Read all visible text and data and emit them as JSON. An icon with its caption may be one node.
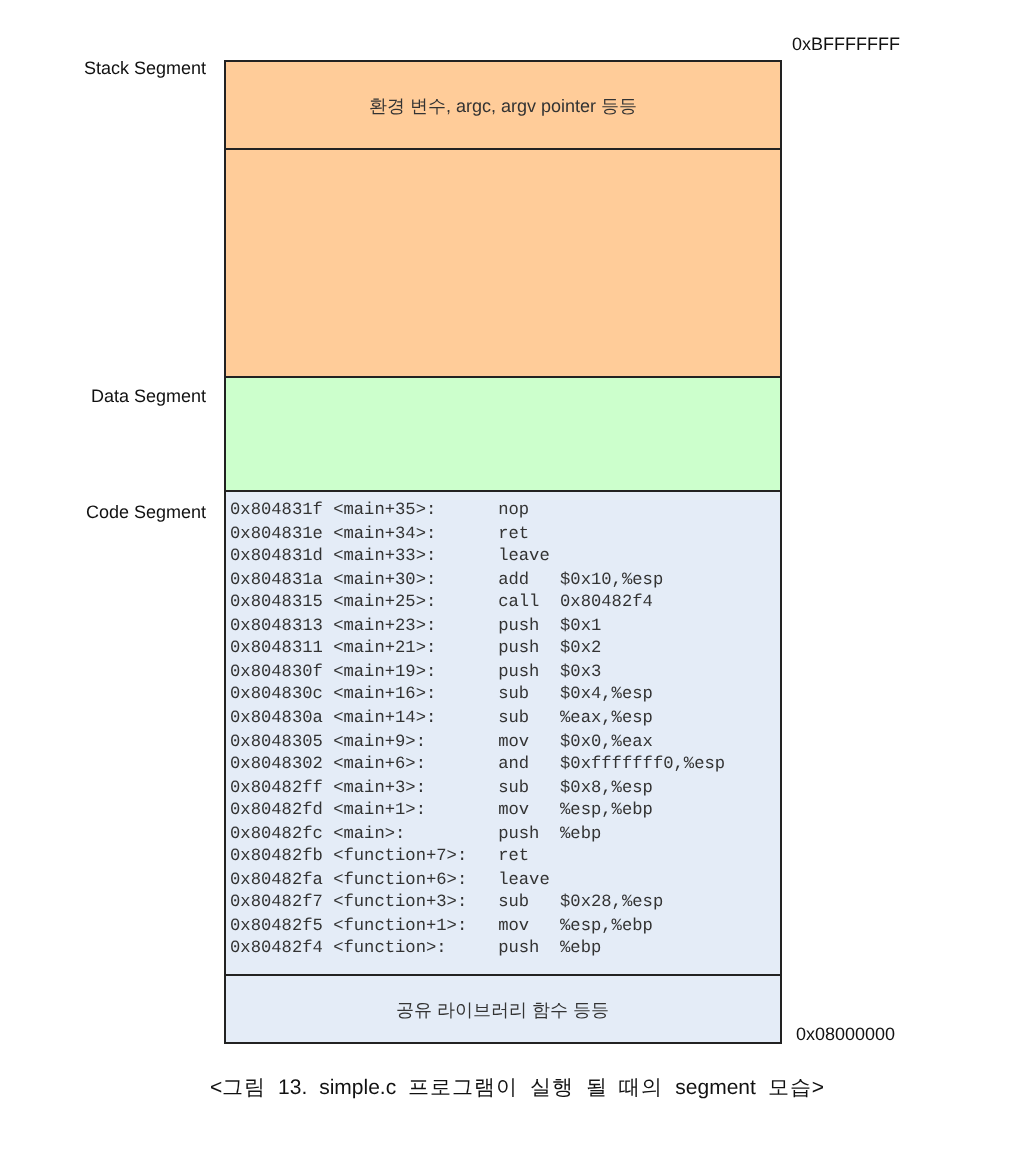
{
  "diagram": {
    "caption": "<그림 13. simple.c 프로그램이 실행 될 때의 segment 모습>",
    "nodes": [
      {
        "text": [
          "환경 변수, argc, argv pointer 등등"
        ]
      },
      {
        "text": [],
        "shape": "box"
      },
      {
        "text": [],
        "shape": "box"
      },
      {
        "text": [
          "0x804831f <main+35>: nop",
          "0x804831e <main+34>: ret",
          "0x804831d <main+33>: leave",
          "0x804831a <main+30>: add $0x10,%esp",
          "0x8048315 <main+25>: call 0x80482f4",
          "0x8048313 <main+23>: push $0x1",
          "0x8048311 <main+21>: push $0x2",
          "0x804830f <main+19>: push $0x3",
          "0x804830c <main+16>: sub $0x4,%esp",
          "0x804830a <main+14>: sub %eax,%esp",
          "0x8048305 <main+9>: mov $0x0,%eax",
          "0x8048302 <main+6>: and $0xfffffff0,%esp",
          "0x80482ff <main+3>: sub $0x8,%esp",
          "0x80482fd <main+1>: mov %esp,%ebp",
          "0x80482fc <main>: push %ebp",
          "0x80482fb <function+7>: ret",
          "0x80482fa <function+6>: leave",
          "0x80482f7 <function+3>: sub $0x28,%esp",
          "0x80482f5 <function+1>: mov %esp,%ebp",
          "0x80482f4 <function>: push %ebp"
        ]
      },
      {
        "text": [
          "공유 라이브러리 함수 등등"
        ]
      }
    ],
    "labels": [
      "0xBFFFFFFF",
      "Stack Segment",
      "Data Segment",
      "Code Segment",
      "0x08000000"
    ]
  }
}
